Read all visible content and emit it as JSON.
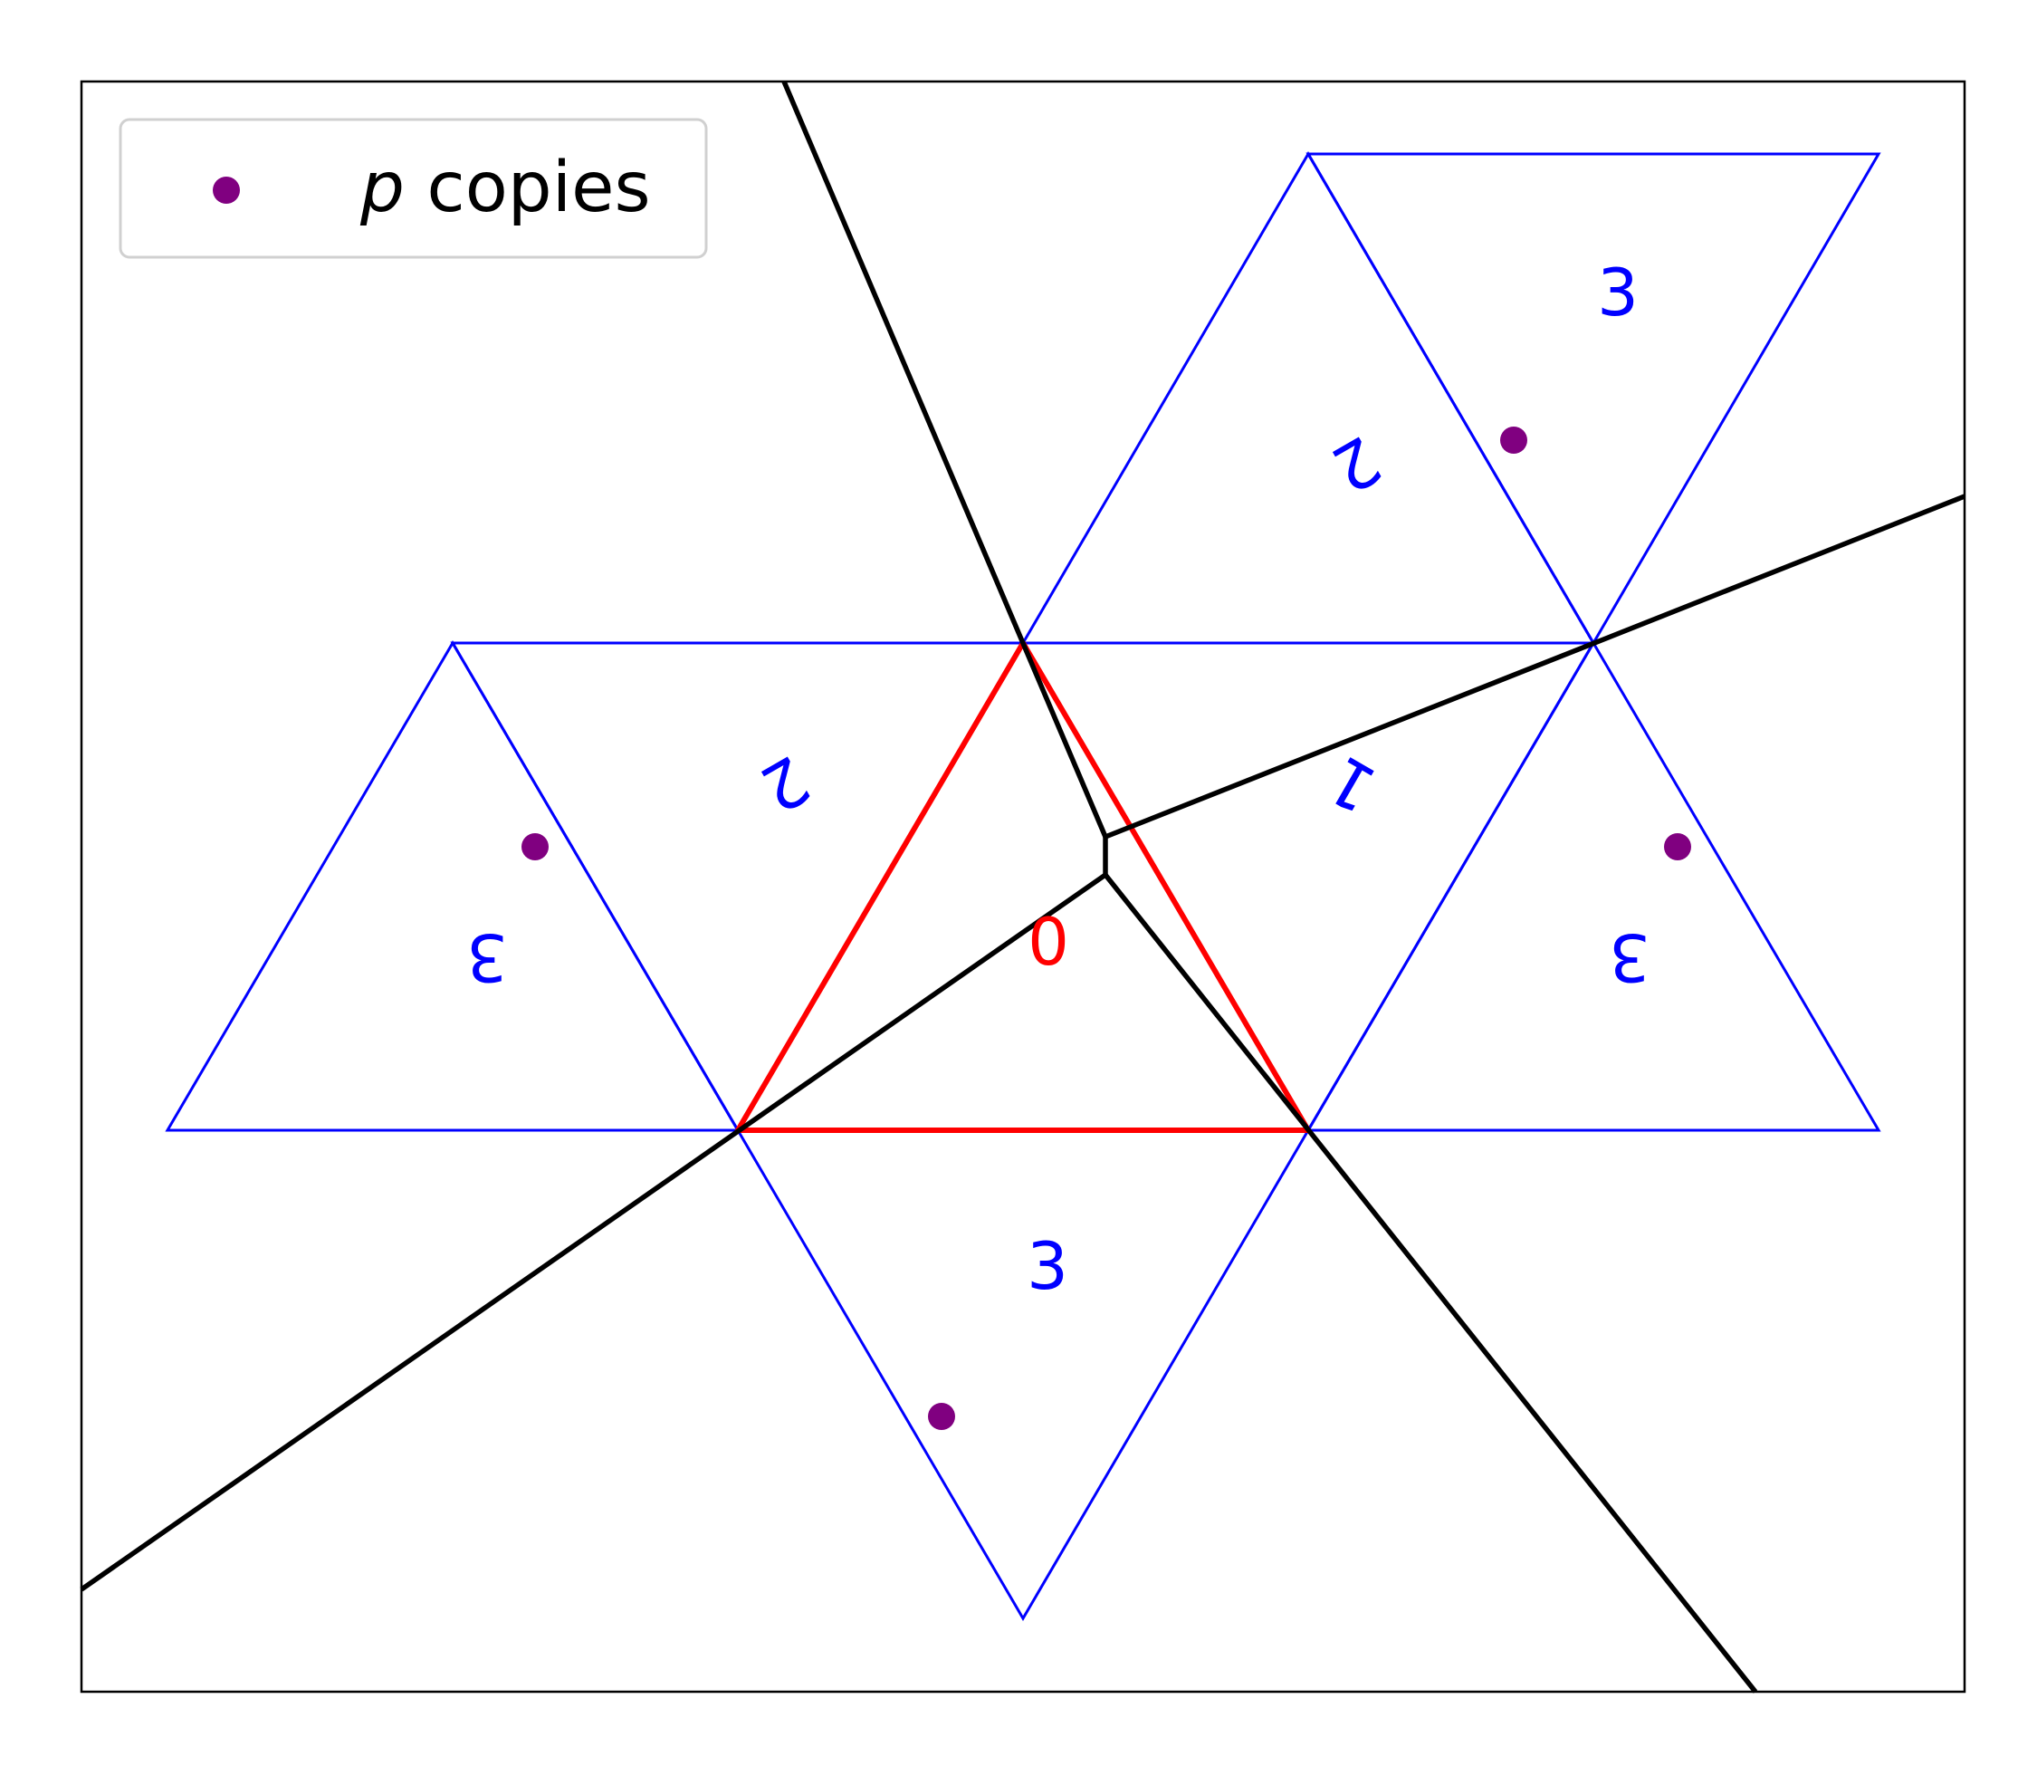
{
  "legend": {
    "symbol": "p",
    "label": " copies"
  },
  "colors": {
    "tiling_edges": "#0000ff",
    "base_triangle": "#ff0000",
    "dividing_lines": "#000000",
    "p_copies": "#800080",
    "legend_border": "#d0d0d0"
  },
  "labels": {
    "base": "0",
    "t_up_left": "2",
    "t_up_right": "1",
    "t_down": "3",
    "t_far_left": "3",
    "t_far_right": "3",
    "t_top_left": "2",
    "t_top_right": "3"
  },
  "p_copies_count": 4
}
